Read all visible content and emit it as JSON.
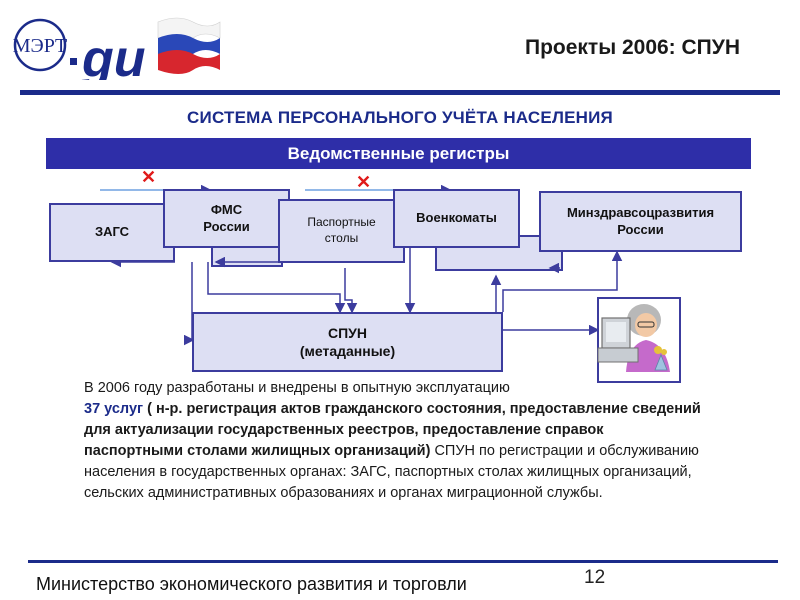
{
  "header": {
    "title": "Проекты 2006: СПУН",
    "logo_text": "МЭРТ",
    "logo_mark": "gu"
  },
  "subtitle": "СИСТЕМА ПЕРСОНАЛЬНОГО УЧЁТА НАСЕЛЕНИЯ",
  "banner": "Ведомственные регистры",
  "diagram": {
    "nodes": {
      "zags": "ЗАГС",
      "fms": "ФМС\nРоссии",
      "passport": "Паспортные\nстолы",
      "military": "Военкоматы",
      "health": "Минздравсоцразвития\nРоссии",
      "spun": "СПУН\n(метаданные)"
    },
    "cross_mark": "✕",
    "colors": {
      "box_fill": "#dddff3",
      "box_border": "#3c3c9e",
      "arrow": "#3c3c9e",
      "cross": "#e01a1a"
    }
  },
  "description": {
    "intro": "В 2006 году разработаны и внедрены в опытную эксплуатацию",
    "highlight": "37 услуг",
    "bold_part": " ( н-р. регистрация актов гражданского состояния, предоставление сведений для актуализации государственных реестров, предоставление справок паспортными столами жилищных организаций) ",
    "rest": " СПУН по регистрации и обслуживанию населения в государственных органах: ЗАГС, паспортных столах жилищных организаций, сельских административных образованиях и органах миграционной службы."
  },
  "footer": {
    "ministry": "Министерство экономического развития и торговли",
    "page_number": "12"
  },
  "colors": {
    "primary": "#1b2b8a",
    "banner": "#2e2ea8"
  }
}
